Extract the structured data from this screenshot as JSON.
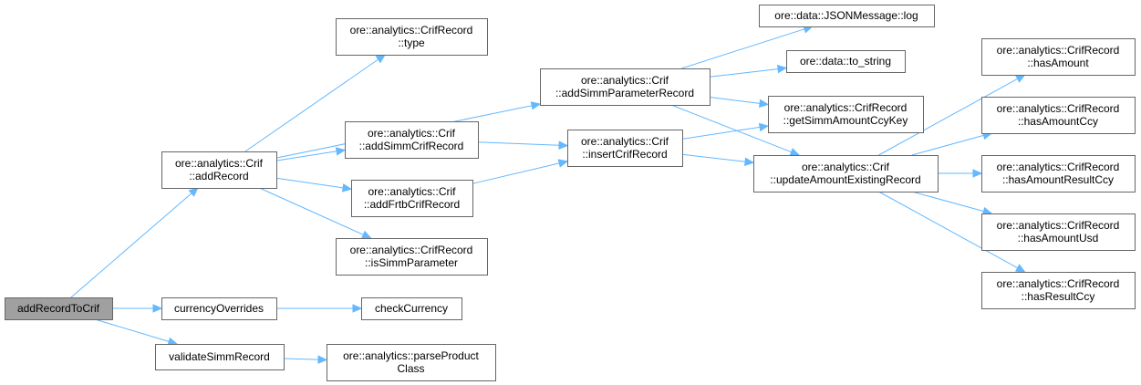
{
  "diagram": {
    "nodes": [
      {
        "id": "addRecordToCrif",
        "lines": [
          "addRecordToCrif"
        ],
        "root": true
      },
      {
        "id": "addRecord",
        "lines": [
          "ore::analytics::Crif",
          "::addRecord"
        ]
      },
      {
        "id": "currencyOverrides",
        "lines": [
          "currencyOverrides"
        ]
      },
      {
        "id": "validateSimmRecord",
        "lines": [
          "validateSimmRecord"
        ]
      },
      {
        "id": "crifRecordType",
        "lines": [
          "ore::analytics::CrifRecord",
          "::type"
        ]
      },
      {
        "id": "addSimmCrifRecord",
        "lines": [
          "ore::analytics::Crif",
          "::addSimmCrifRecord"
        ]
      },
      {
        "id": "addFrtbCrifRecord",
        "lines": [
          "ore::analytics::Crif",
          "::addFrtbCrifRecord"
        ]
      },
      {
        "id": "isSimmParameter",
        "lines": [
          "ore::analytics::CrifRecord",
          "::isSimmParameter"
        ]
      },
      {
        "id": "checkCurrency",
        "lines": [
          "checkCurrency"
        ]
      },
      {
        "id": "parseProductClass",
        "lines": [
          "ore::analytics::parseProduct",
          "Class"
        ]
      },
      {
        "id": "addSimmParameterRecord",
        "lines": [
          "ore::analytics::Crif",
          "::addSimmParameterRecord"
        ]
      },
      {
        "id": "insertCrifRecord",
        "lines": [
          "ore::analytics::Crif",
          "::insertCrifRecord"
        ]
      },
      {
        "id": "jsonLog",
        "lines": [
          "ore::data::JSONMessage::log"
        ]
      },
      {
        "id": "toString",
        "lines": [
          "ore::data::to_string"
        ]
      },
      {
        "id": "getSimmAmountCcyKey",
        "lines": [
          "ore::analytics::CrifRecord",
          "::getSimmAmountCcyKey"
        ]
      },
      {
        "id": "updateAmountExistingRecord",
        "lines": [
          "ore::analytics::Crif",
          "::updateAmountExistingRecord"
        ]
      },
      {
        "id": "hasAmount",
        "lines": [
          "ore::analytics::CrifRecord",
          "::hasAmount"
        ]
      },
      {
        "id": "hasAmountCcy",
        "lines": [
          "ore::analytics::CrifRecord",
          "::hasAmountCcy"
        ]
      },
      {
        "id": "hasAmountResultCcy",
        "lines": [
          "ore::analytics::CrifRecord",
          "::hasAmountResultCcy"
        ]
      },
      {
        "id": "hasAmountUsd",
        "lines": [
          "ore::analytics::CrifRecord",
          "::hasAmountUsd"
        ]
      },
      {
        "id": "hasResultCcy",
        "lines": [
          "ore::analytics::CrifRecord",
          "::hasResultCcy"
        ]
      }
    ],
    "edges": [
      {
        "from": "addRecordToCrif",
        "to": "addRecord"
      },
      {
        "from": "addRecordToCrif",
        "to": "currencyOverrides"
      },
      {
        "from": "addRecordToCrif",
        "to": "validateSimmRecord"
      },
      {
        "from": "addRecord",
        "to": "crifRecordType"
      },
      {
        "from": "addRecord",
        "to": "addSimmParameterRecord"
      },
      {
        "from": "addRecord",
        "to": "addSimmCrifRecord"
      },
      {
        "from": "addRecord",
        "to": "addFrtbCrifRecord"
      },
      {
        "from": "addRecord",
        "to": "isSimmParameter"
      },
      {
        "from": "currencyOverrides",
        "to": "checkCurrency"
      },
      {
        "from": "validateSimmRecord",
        "to": "parseProductClass"
      },
      {
        "from": "addSimmCrifRecord",
        "to": "insertCrifRecord"
      },
      {
        "from": "addFrtbCrifRecord",
        "to": "insertCrifRecord"
      },
      {
        "from": "addSimmParameterRecord",
        "to": "jsonLog"
      },
      {
        "from": "addSimmParameterRecord",
        "to": "toString"
      },
      {
        "from": "addSimmParameterRecord",
        "to": "getSimmAmountCcyKey"
      },
      {
        "from": "addSimmParameterRecord",
        "to": "updateAmountExistingRecord"
      },
      {
        "from": "insertCrifRecord",
        "to": "getSimmAmountCcyKey"
      },
      {
        "from": "insertCrifRecord",
        "to": "updateAmountExistingRecord"
      },
      {
        "from": "updateAmountExistingRecord",
        "to": "hasAmount"
      },
      {
        "from": "updateAmountExistingRecord",
        "to": "hasAmountCcy"
      },
      {
        "from": "updateAmountExistingRecord",
        "to": "hasAmountResultCcy"
      },
      {
        "from": "updateAmountExistingRecord",
        "to": "hasAmountUsd"
      },
      {
        "from": "updateAmountExistingRecord",
        "to": "hasResultCcy"
      }
    ]
  }
}
